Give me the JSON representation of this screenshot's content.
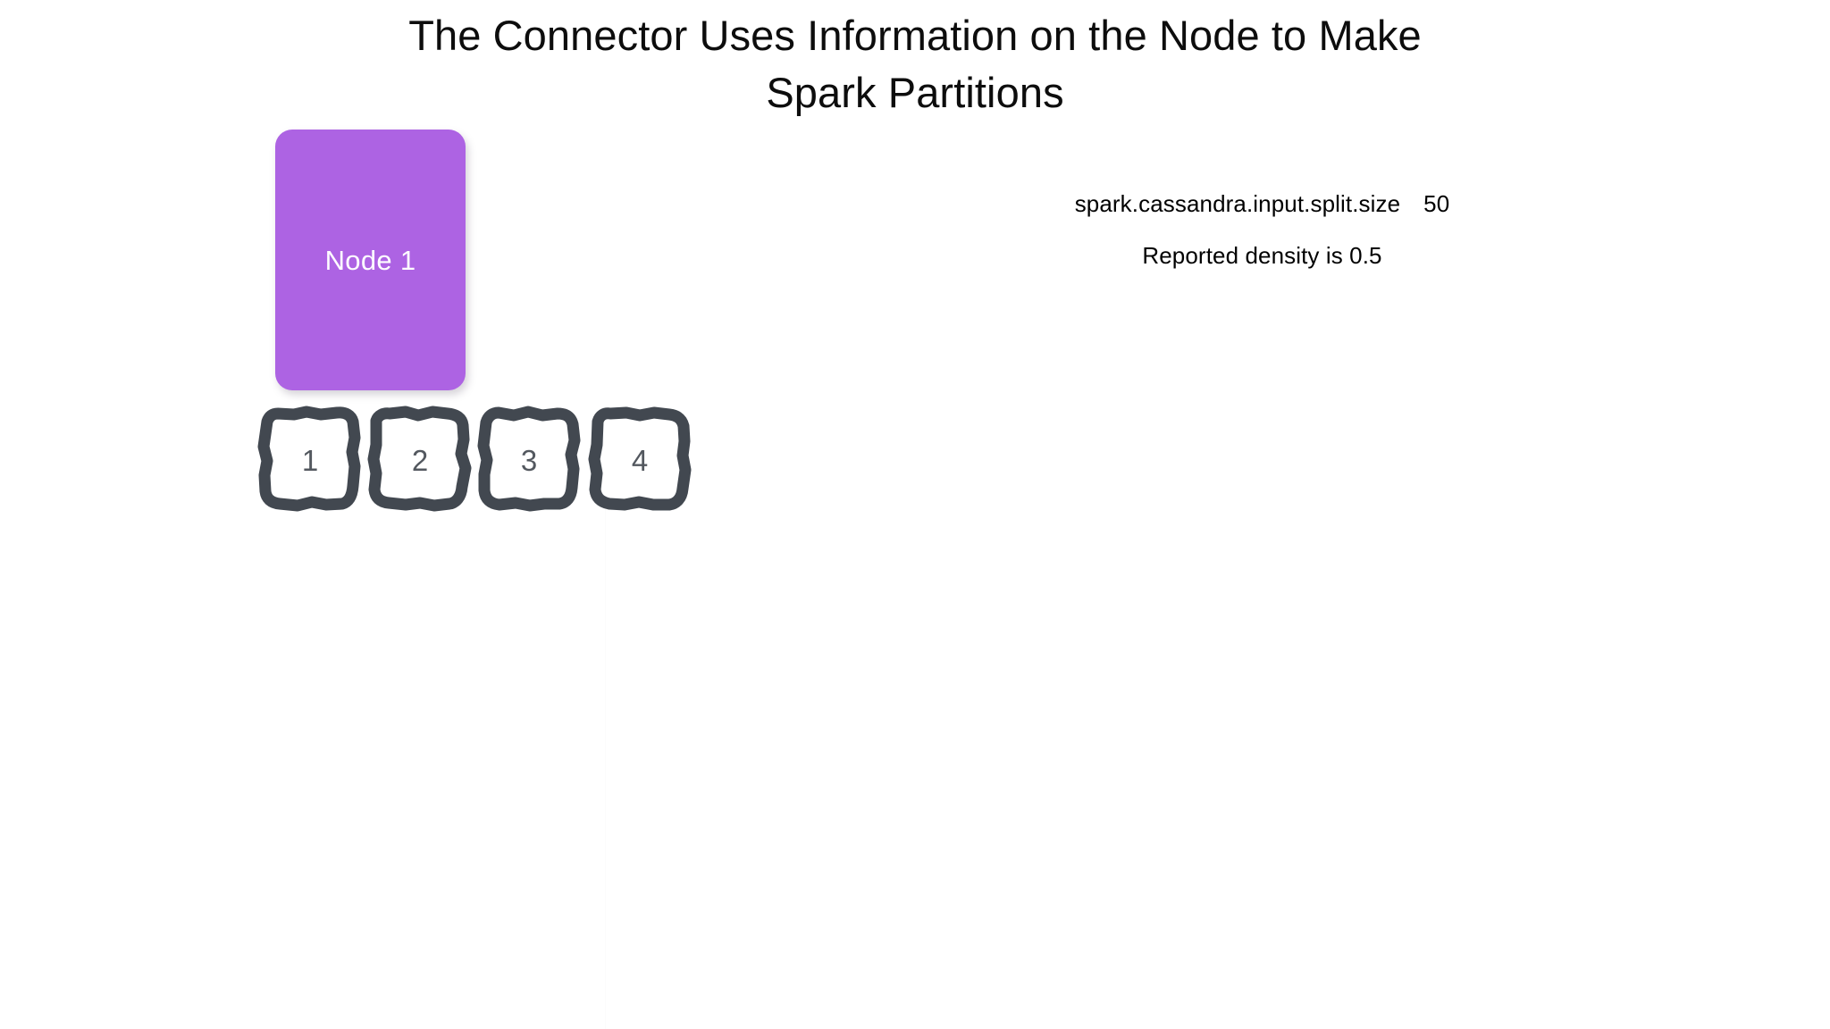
{
  "slide": {
    "background_color": "#ffffff",
    "title": {
      "line1": "The Connector Uses Information on the Node to Make",
      "line2": "Spark Partitions"
    }
  },
  "node": {
    "label": "Node 1",
    "fill_color": "#ad63e3",
    "text_color": "#fdfcff"
  },
  "partitions": {
    "border_color": "#424850",
    "fill_color": "#ffffff",
    "number_color": "#53585f",
    "items": [
      {
        "label": "1"
      },
      {
        "label": "2"
      },
      {
        "label": "3"
      },
      {
        "label": "4"
      }
    ]
  },
  "config": {
    "setting_name": "spark.cassandra.input.split.size",
    "setting_value": "50",
    "density_note": "Reported density is 0.5"
  }
}
